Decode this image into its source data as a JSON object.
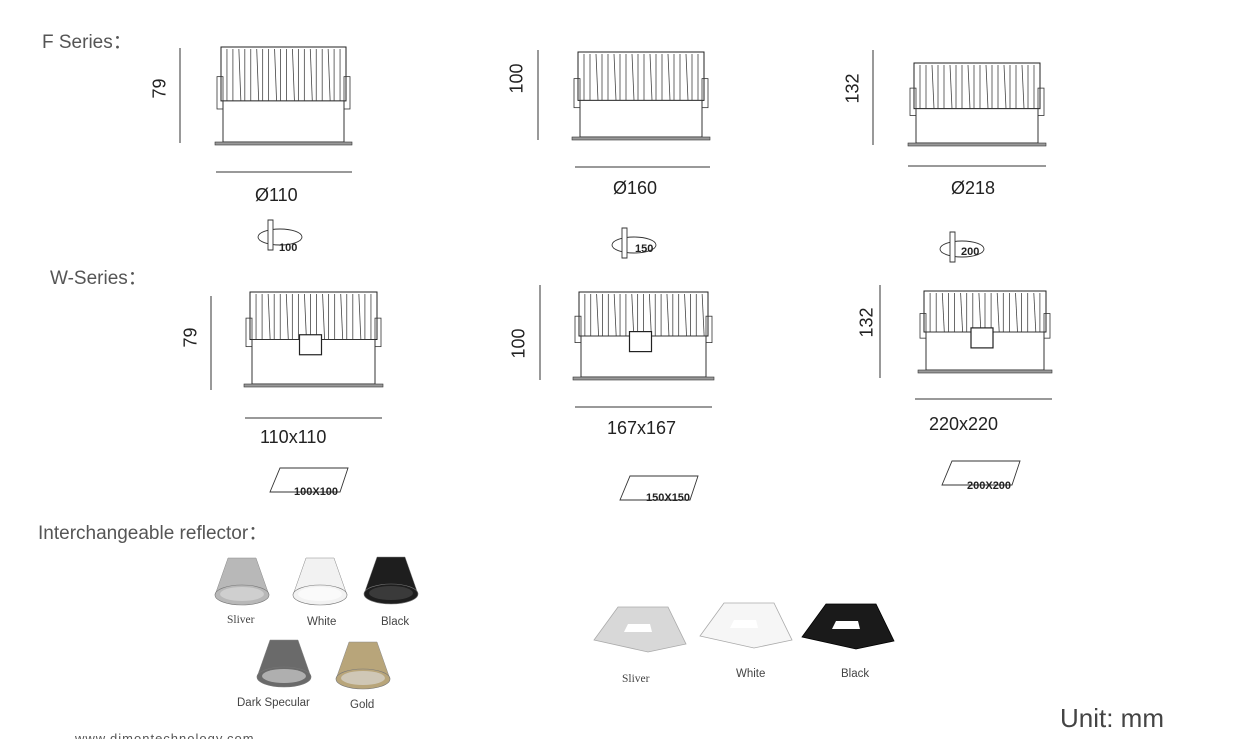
{
  "sections": {
    "f_series": "F Series：",
    "w_series": "W-Series：",
    "reflector": "Interchangeable reflector："
  },
  "f_series": [
    {
      "height": "79",
      "size": "Ø110",
      "cutout": "100"
    },
    {
      "height": "100",
      "size": "Ø160",
      "cutout": "150"
    },
    {
      "height": "132",
      "size": "Ø218",
      "cutout": "200"
    }
  ],
  "w_series": [
    {
      "height": "79",
      "size": "110x110",
      "cutout": "100X100"
    },
    {
      "height": "100",
      "size": "167x167",
      "cutout": "150X150"
    },
    {
      "height": "132",
      "size": "220x220",
      "cutout": "200X200"
    }
  ],
  "round_reflectors": [
    {
      "label": "Sliver",
      "color": "#b8b8b8"
    },
    {
      "label": "White",
      "color": "#f2f2f2"
    },
    {
      "label": "Black",
      "color": "#1e1e1e"
    },
    {
      "label": "Dark Specular",
      "color": "#6a6a6a"
    },
    {
      "label": "Gold",
      "color": "#b8a57a"
    }
  ],
  "square_reflectors": [
    {
      "label": "Sliver",
      "color": "#d8d8d8"
    },
    {
      "label": "White",
      "color": "#f6f6f6"
    },
    {
      "label": "Black",
      "color": "#1a1a1a"
    }
  ],
  "unit": "Unit: mm",
  "website": "www.dimontechnology.com"
}
